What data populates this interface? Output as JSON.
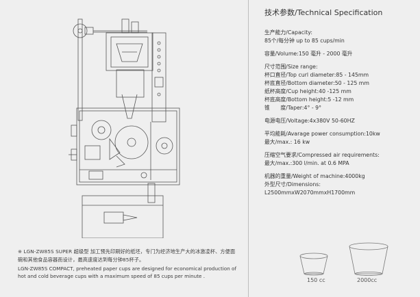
{
  "spec": {
    "title": "技术参数/Technical Specification",
    "capacity_label": "生产能力/Capacity:",
    "capacity_value": "85个/每分钟 up to 85 cups/min",
    "volume": "容量/Volume:150 毫升 - 2000 毫升",
    "size_range": "尺寸范围/Size range:",
    "top_curl": "杯口直径/Top curl diameter:85 - 145mm",
    "bottom_diameter": "杯底直径/Bottom diameter:50 - 125 mm",
    "cup_height": "纸杯高度/Cup height:40 -125 mm",
    "bottom_height": "杯底高度/Bottom height:5 -12 mm",
    "taper": "锥　　度/Taper:4° - 9°",
    "voltage": "电源电压/Voltage:4x380V 50-60HZ",
    "avg_power": "平均能耗/Avarage power consumption:10kw",
    "max_power": "最大/max.: 16 kw",
    "air_label": "压缩空气要求/Compressed air requirements:",
    "air_value": "最大/max.:300 l/min. at 0.6 MPA",
    "weight": "机器的重量/Weight of machine:4000kg",
    "dimensions_label": "外型尺寸/Dimensions:",
    "dimensions_value": "L2500mmxW2070mmxH1700mm"
  },
  "description": {
    "cn": "※ LGN-ZW85S SUPER 超级型 加工预先印刷好的纸坯，专门为经济地生产大的冰激凌杯、方便面碗和其他食品容器而设计，最高速度达到每分钟85杯子。",
    "en": "LGN-ZW85S COMPACT, preheated paper cups are designed for economical production of hot and cold beverage cups with a maximum speed of 85 cups per minute ."
  },
  "cups": {
    "small_label": "150 cc",
    "large_label": "2000cc"
  }
}
